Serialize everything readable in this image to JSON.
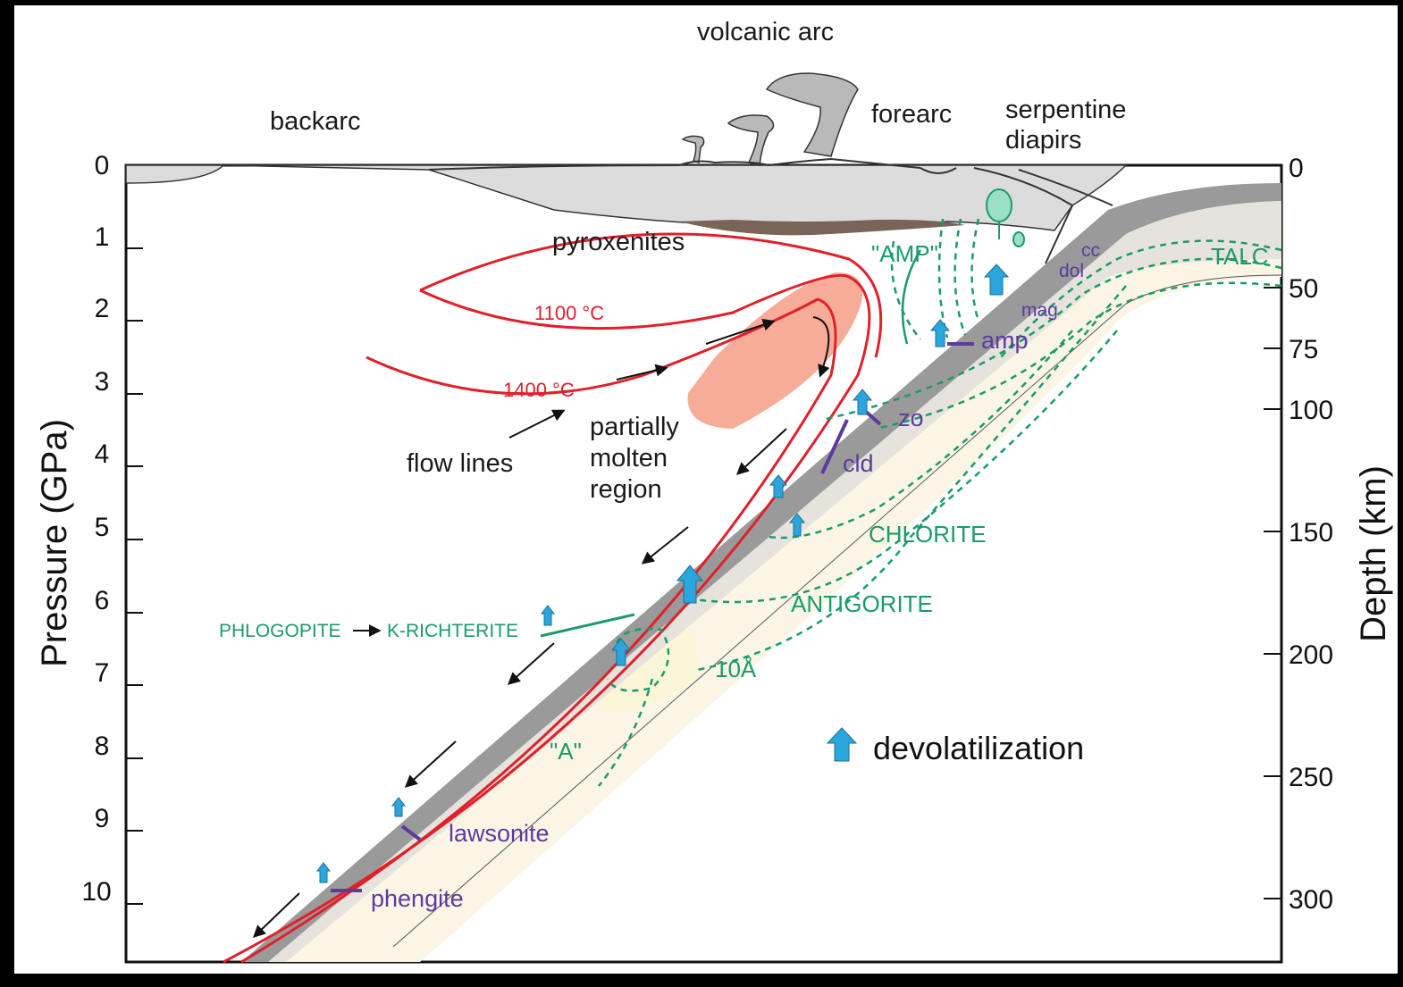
{
  "labels": {
    "volcanic_arc": "volcanic arc",
    "backarc": "backarc",
    "forearc": "forearc",
    "serpentine_1": "serpentine",
    "serpentine_2": "diapirs",
    "pyroxenites": "pyroxenites",
    "isotherm_1100": "1100 °C",
    "isotherm_1400": "1400 °C",
    "flow_lines": "flow lines",
    "molten_1": "partially",
    "molten_2": "molten",
    "molten_3": "region",
    "amp_upper": "\"AMP\"",
    "talc": "TALC",
    "cc": "cc",
    "dol": "dol",
    "mag": "mag",
    "amp": "amp",
    "zo": "zo",
    "cld": "cld",
    "chlorite": "CHLORITE",
    "antigorite": "ANTIGORITE",
    "phlogopite": "PHLOGOPITE",
    "k_richterite": "K-RICHTERITE",
    "ten_a": "10Å",
    "a_phase": "\"A\"",
    "lawsonite": "lawsonite",
    "phengite": "phengite",
    "devolatilization": "devolatilization"
  },
  "axes": {
    "left_title": "Pressure (GPa)",
    "right_title": "Depth (km)",
    "left_ticks": [
      "0",
      "1",
      "2",
      "3",
      "4",
      "5",
      "6",
      "7",
      "8",
      "9",
      "10"
    ],
    "right_ticks": [
      "0",
      "50",
      "75",
      "100",
      "150",
      "200",
      "250",
      "300"
    ]
  },
  "colors": {
    "isotherm": "#e0202a",
    "mineral_green": "#1a9b68",
    "mineral_purple": "#5b3b9e",
    "arrow_blue": "#2aa6dc",
    "molten": "#f6a38d",
    "slab_grey": "#9a9a9a",
    "crust_grey": "#d9d9d9",
    "pyroxenite_brown": "#7a6458"
  },
  "icons": [
    "devolatilization-arrow-icon",
    "flow-arrow-icon"
  ]
}
